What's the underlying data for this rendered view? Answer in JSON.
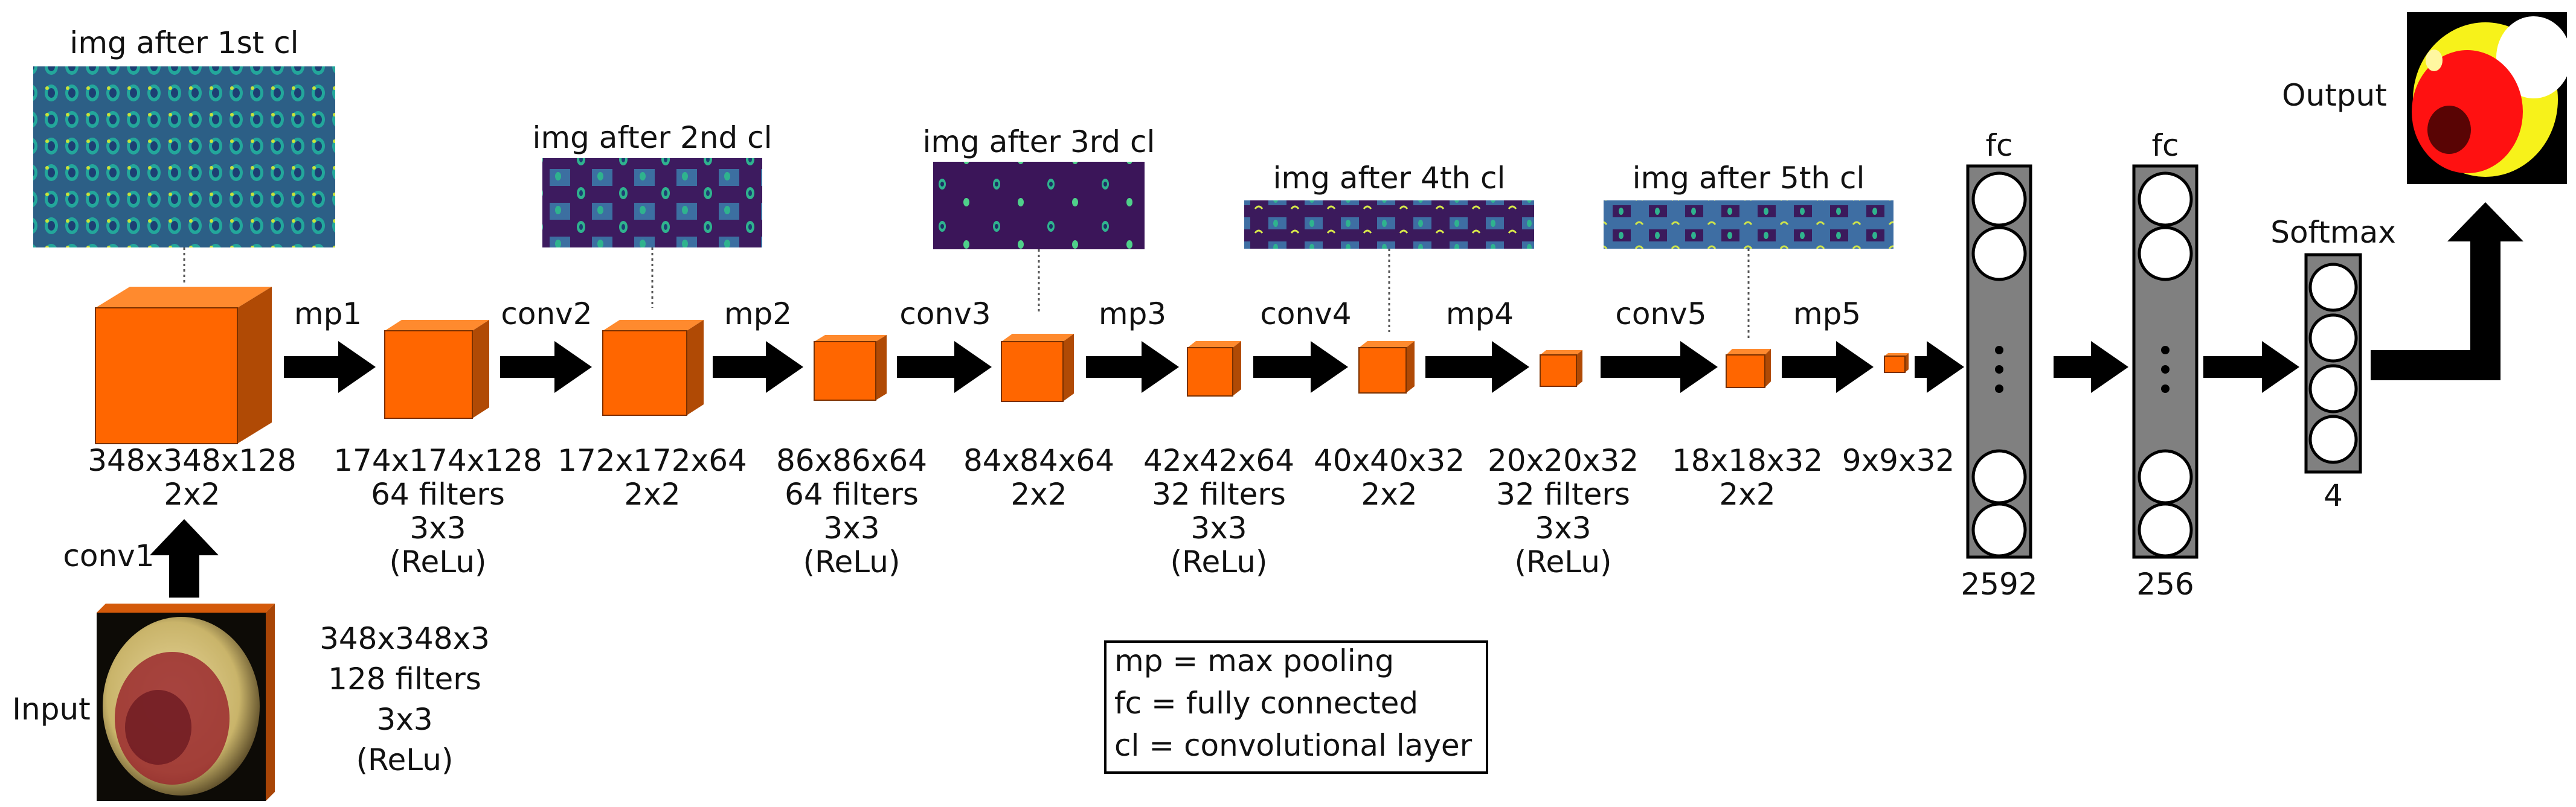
{
  "input": {
    "label": "Input",
    "dims": "348x348x3",
    "filters": "128 filters",
    "kernel": "3x3",
    "activation": "(ReLu)"
  },
  "conv1": {
    "label": "conv1"
  },
  "layers": [
    {
      "id": "l1",
      "dims": "348x348x128",
      "sub": [
        "2x2"
      ],
      "feature_title": "img after 1st cl",
      "op_label": "mp1"
    },
    {
      "id": "l2",
      "dims": "174x174x128",
      "sub": [
        "64 filters",
        "3x3",
        "(ReLu)"
      ],
      "op_label": "conv2"
    },
    {
      "id": "l3",
      "dims": "172x172x64",
      "sub": [
        "2x2"
      ],
      "feature_title": "img after 2nd cl",
      "op_label": "mp2"
    },
    {
      "id": "l4",
      "dims": "86x86x64",
      "sub": [
        "64 filters",
        "3x3",
        "(ReLu)"
      ],
      "op_label": "conv3"
    },
    {
      "id": "l5",
      "dims": "84x84x64",
      "sub": [
        "2x2"
      ],
      "feature_title": "img after 3rd cl",
      "op_label": "mp3"
    },
    {
      "id": "l6",
      "dims": "42x42x64",
      "sub": [
        "32 filters",
        "3x3",
        "(ReLu)"
      ],
      "op_label": "conv4"
    },
    {
      "id": "l7",
      "dims": "40x40x32",
      "sub": [
        "2x2"
      ],
      "feature_title": "img after 4th cl",
      "op_label": "mp4"
    },
    {
      "id": "l8",
      "dims": "20x20x32",
      "sub": [
        "32 filters",
        "3x3",
        "(ReLu)"
      ],
      "op_label": "conv5"
    },
    {
      "id": "l9",
      "dims": "18x18x32",
      "sub": [
        "2x2"
      ],
      "feature_title": "img after 5th cl",
      "op_label": "mp5"
    },
    {
      "id": "l10",
      "dims": "9x9x32",
      "sub": []
    }
  ],
  "fc1": {
    "title": "fc",
    "count": "2592"
  },
  "fc2": {
    "title": "fc",
    "count": "256"
  },
  "softmax": {
    "title": "Softmax",
    "count": "4"
  },
  "output": {
    "label": "Output"
  },
  "legend": {
    "lines": [
      "mp = max pooling",
      "fc = fully connected",
      "cl = convolutional layer"
    ]
  },
  "colors": {
    "cube_front": "#ff6600",
    "cube_side": "#b04a05",
    "cube_top": "#ff8a2e",
    "arrow": "#000000",
    "fc_fill": "#808080",
    "feature_bg": "#3b1a5c",
    "feature_cell": "#3b6fa0",
    "feature_spot": "#2fb38e"
  }
}
